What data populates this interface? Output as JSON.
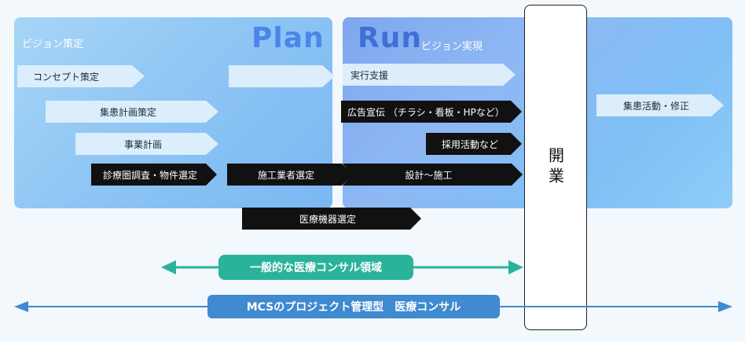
{
  "plan": {
    "big_label": "Plan",
    "small_label": "ビジョン策定"
  },
  "run": {
    "big_label": "Run",
    "small_label": "ビジョン実現"
  },
  "plan_steps": {
    "concept": "コンセプト策定",
    "patient_plan": "集患計画策定",
    "business_plan": "事業計画",
    "survey": "診療圏調査・物件選定"
  },
  "run_steps": {
    "execution_support": "実行支援",
    "advertising": "広告宣伝 （チラシ・看板・HPなど）",
    "recruiting": "採用活動など",
    "design": "設計〜施工",
    "post_open": "集患活動・修正"
  },
  "cross_steps": {
    "contractor": "施工業者選定",
    "equipment": "医療機器選定"
  },
  "opening": {
    "label": "開業"
  },
  "bands": {
    "general": "一般的な医療コンサル領域",
    "mcs": "MCSのプロジェクト管理型　医療コンサル"
  },
  "colors": {
    "green": "#2ab39b",
    "blue": "#3f8ad0",
    "black": "#111111",
    "light": "#dceefb"
  }
}
